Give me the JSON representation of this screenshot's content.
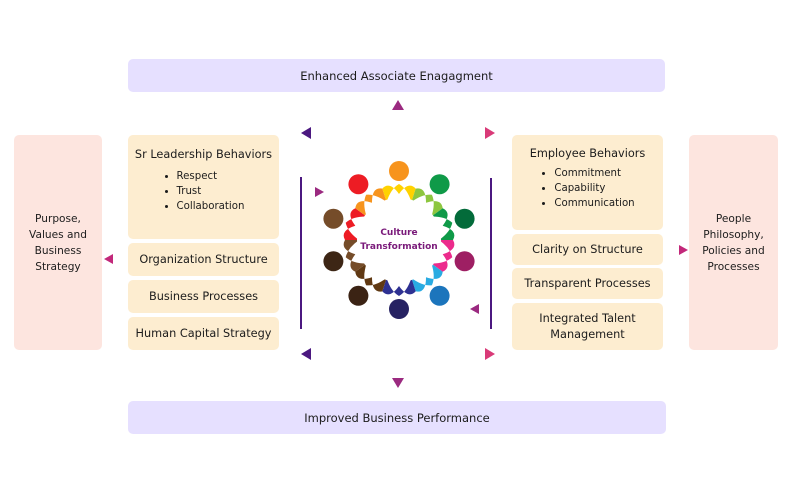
{
  "top_outcome": "Enhanced Associate Enagagment",
  "bottom_outcome": "Improved Business Performance",
  "center": {
    "line1": "Culture",
    "line2": "Transformation"
  },
  "left_outer": "Purpose, Values and Business Strategy",
  "right_outer": "People Philosophy, Policies and Processes",
  "left_column": {
    "leadership": {
      "title": "Sr Leadership Behaviors",
      "bullets": [
        "Respect",
        "Trust",
        "Collaboration"
      ]
    },
    "items": [
      "Organization Structure",
      "Business Processes",
      "Human Capital Strategy"
    ]
  },
  "right_column": {
    "employee": {
      "title": "Employee Behaviors",
      "bullets": [
        "Commitment",
        "Capability",
        "Communication"
      ]
    },
    "items": [
      "Clarity on Structure",
      "Transparent Processes",
      "Integrated Talent Management"
    ]
  },
  "colors": {
    "arrow_start": "#4b1880",
    "arrow_end": "#d93a78",
    "center_text": "#7a1a7a",
    "heads": [
      "#f7941d",
      "#0f9a48",
      "#036b3a",
      "#9e1f63",
      "#1c75bc",
      "#262262",
      "#3b2314",
      "#3d2615",
      "#754c29",
      "#ed1c24"
    ],
    "bodies": [
      "#ffd200",
      "#8dc63f",
      "#0f9a48",
      "#ec2b8c",
      "#29abe2",
      "#2e3192",
      "#603913",
      "#754c29",
      "#ed1c24",
      "#f7941d"
    ]
  }
}
